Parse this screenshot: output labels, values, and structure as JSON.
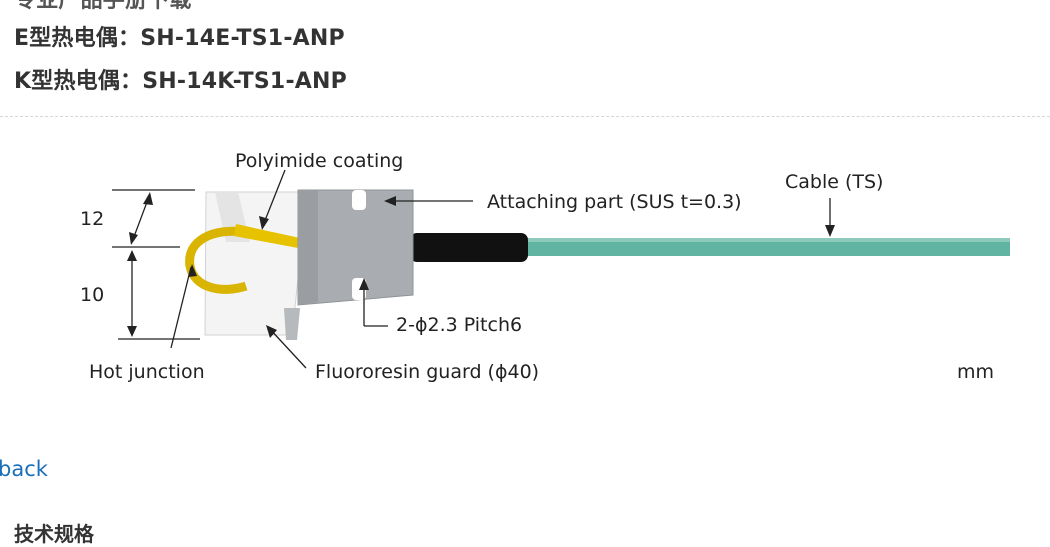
{
  "headings": {
    "cut_top": "专业产品手册下载",
    "e_type": "E型热电偶：SH-14E-TS1-ANP",
    "k_type": "K型热电偶：SH-14K-TS1-ANP"
  },
  "diagram": {
    "polyimide": "Polyimide coating",
    "attaching": "Attaching part (SUS t=0.3)",
    "cable": "Cable (TS)",
    "dim_12": "12",
    "dim_10": "10",
    "hole": "2-ϕ2.3 Pitch6",
    "hot_junction": "Hot junction",
    "guard": "Fluororesin guard (ϕ40)",
    "unit": "mm"
  },
  "links": {
    "back": "back"
  },
  "bottom": {
    "cut_text": "技术规格"
  },
  "colors": {
    "cable": "#62b4a2",
    "tape": "#d9b400",
    "metal": "#a9adb1",
    "guard": "#f3f3f3",
    "link": "#1a6fb8"
  }
}
